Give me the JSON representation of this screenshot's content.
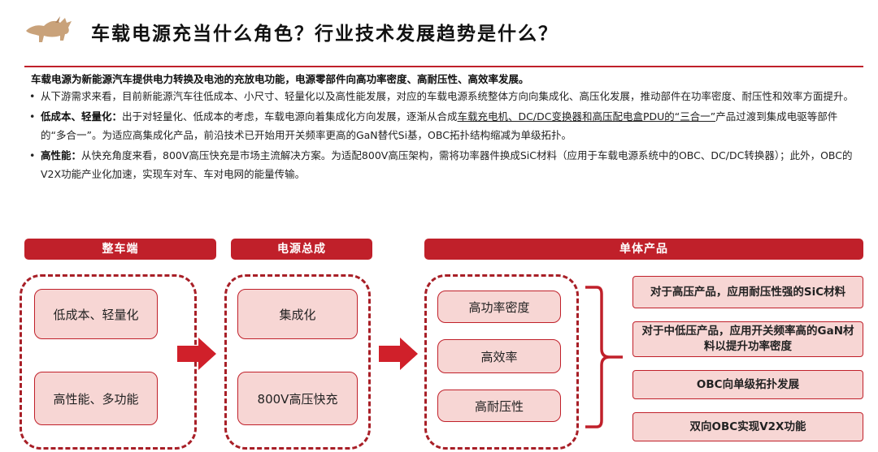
{
  "header": {
    "title": "车载电源充当什么角色？行业技术发展趋势是什么？"
  },
  "summary": "车载电源为新能源汽车提供电力转换及电池的充放电功能，电源零部件向高功率密度、高耐压性、高效率发展。",
  "bullets": {
    "b1": "从下游需求来看，目前新能源汽车往低成本、小尺寸、轻量化以及高性能发展，对应的车载电源系统整体方向向集成化、高压化发展，推动部件在功率密度、耐压性和效率方面提升。",
    "b2_lead": "低成本、轻量化：",
    "b2_pre": "出于对轻量化、低成本的考虑，车载电源向着集成化方向发展，逐渐从合成",
    "b2_link": "车载充电机、DC/DC变换器和高压配电盒PDU的“三合一”",
    "b2_post": "产品过渡到集成电驱等部件的“多合一”。为适应高集成化产品，前沿技术已开始用开关频率更高的GaN替代Si基，OBC拓扑结构缩减为单级拓扑。",
    "b3_lead": "高性能：",
    "b3_text": "从快充角度来看，800V高压快充是市场主流解决方案。为适配800V高压架构，需将功率器件换成SiC材料（应用于车载电源系统中的OBC、DC/DC转换器）；此外，OBC的V2X功能产业化加速，实现车对车、车对电网的能量传输。"
  },
  "flow": {
    "col1": {
      "header": "整车端",
      "items": [
        "低成本、轻量化",
        "高性能、多功能"
      ]
    },
    "col2": {
      "header": "电源总成",
      "items": [
        "集成化",
        "800V高压快充"
      ]
    },
    "col3": {
      "header": "单体产品",
      "items": [
        "高功率密度",
        "高效率",
        "高耐压性"
      ]
    },
    "outputs": [
      "对于高压产品，应用耐压性强的SiC材料",
      "对于中低压产品，应用开关频率高的GaN材料以提升功率密度",
      "OBC向单级拓扑发展",
      "双向OBC实现V2X功能"
    ]
  },
  "colors": {
    "accent": "#c0202a",
    "box_fill": "#f7d6d4"
  },
  "icons": {
    "logo": "bull-icon",
    "arrow": "right-arrow-icon",
    "brace": "right-brace-icon"
  }
}
